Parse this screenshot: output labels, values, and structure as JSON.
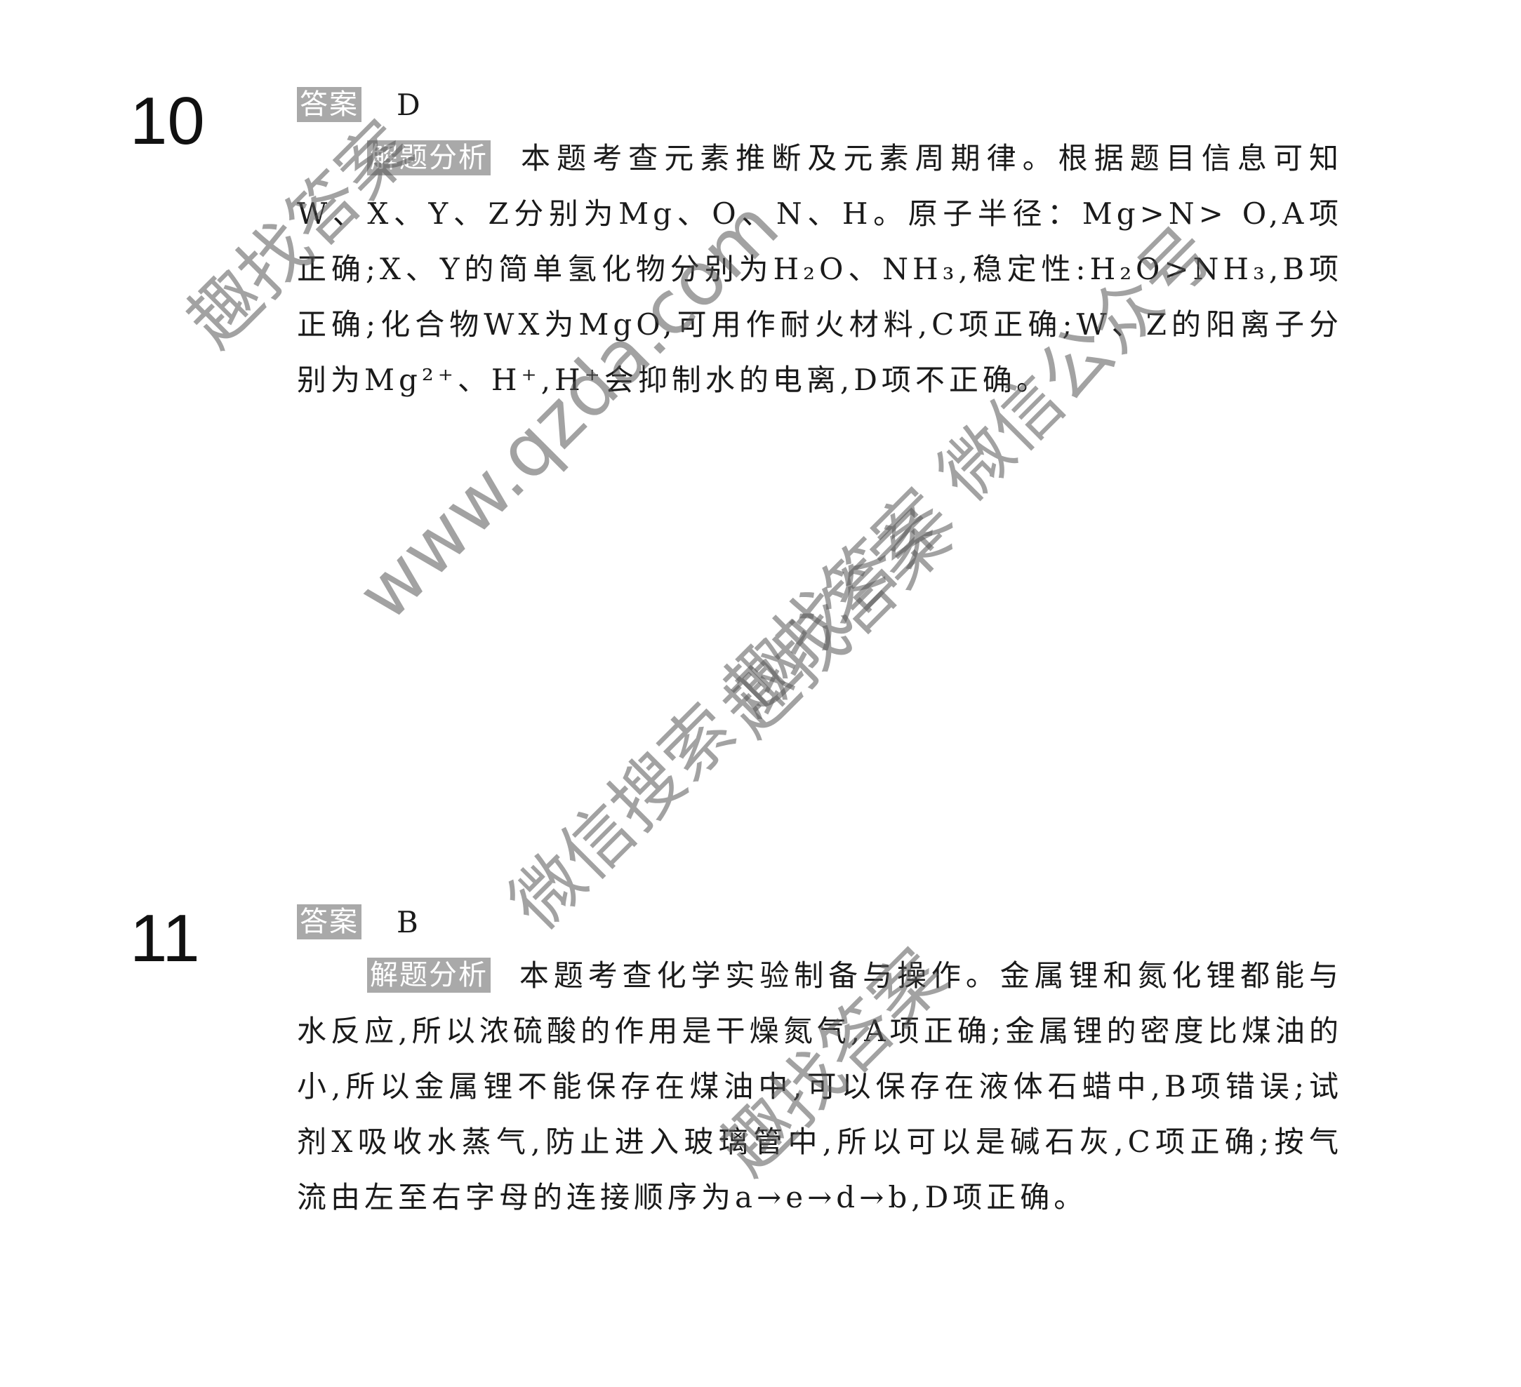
{
  "questions": [
    {
      "number": "10",
      "answer_label": "答案",
      "answer_value": "D",
      "analysis_label": "解题分析",
      "analysis_text": "本题考查元素推断及元素周期律。根据题目信息可知W、X、Y、Z分别为Mg、O、N、H。原子半径：Mg>N> O,A项正确;X、Y的简单氢化物分别为H₂O、NH₃,稳定性:H₂O>NH₃,B项正确;化合物WX为MgO,可用作耐火材料,C项正确;W、Z的阳离子分别为Mg²⁺、H⁺,H⁺会抑制水的电离,D项不正确。"
    },
    {
      "number": "11",
      "answer_label": "答案",
      "answer_value": "B",
      "analysis_label": "解题分析",
      "analysis_text": "本题考查化学实验制备与操作。金属锂和氮化锂都能与水反应,所以浓硫酸的作用是干燥氮气,A项正确;金属锂的密度比煤油的小,所以金属锂不能保存在煤油中,可以保存在液体石蜡中,B项错误;试剂X吸收水蒸气,防止进入玻璃管中,所以可以是碱石灰,C项正确;按气流由左至右字母的连接顺序为a→e→d→b,D项正确。"
    }
  ],
  "watermarks": {
    "w1": "趣找答案",
    "w2": "www.qzda.com",
    "w3": "趣找答案",
    "w4": "微信搜索 趣找答案 微信公众号",
    "w5": "趣找答案"
  }
}
